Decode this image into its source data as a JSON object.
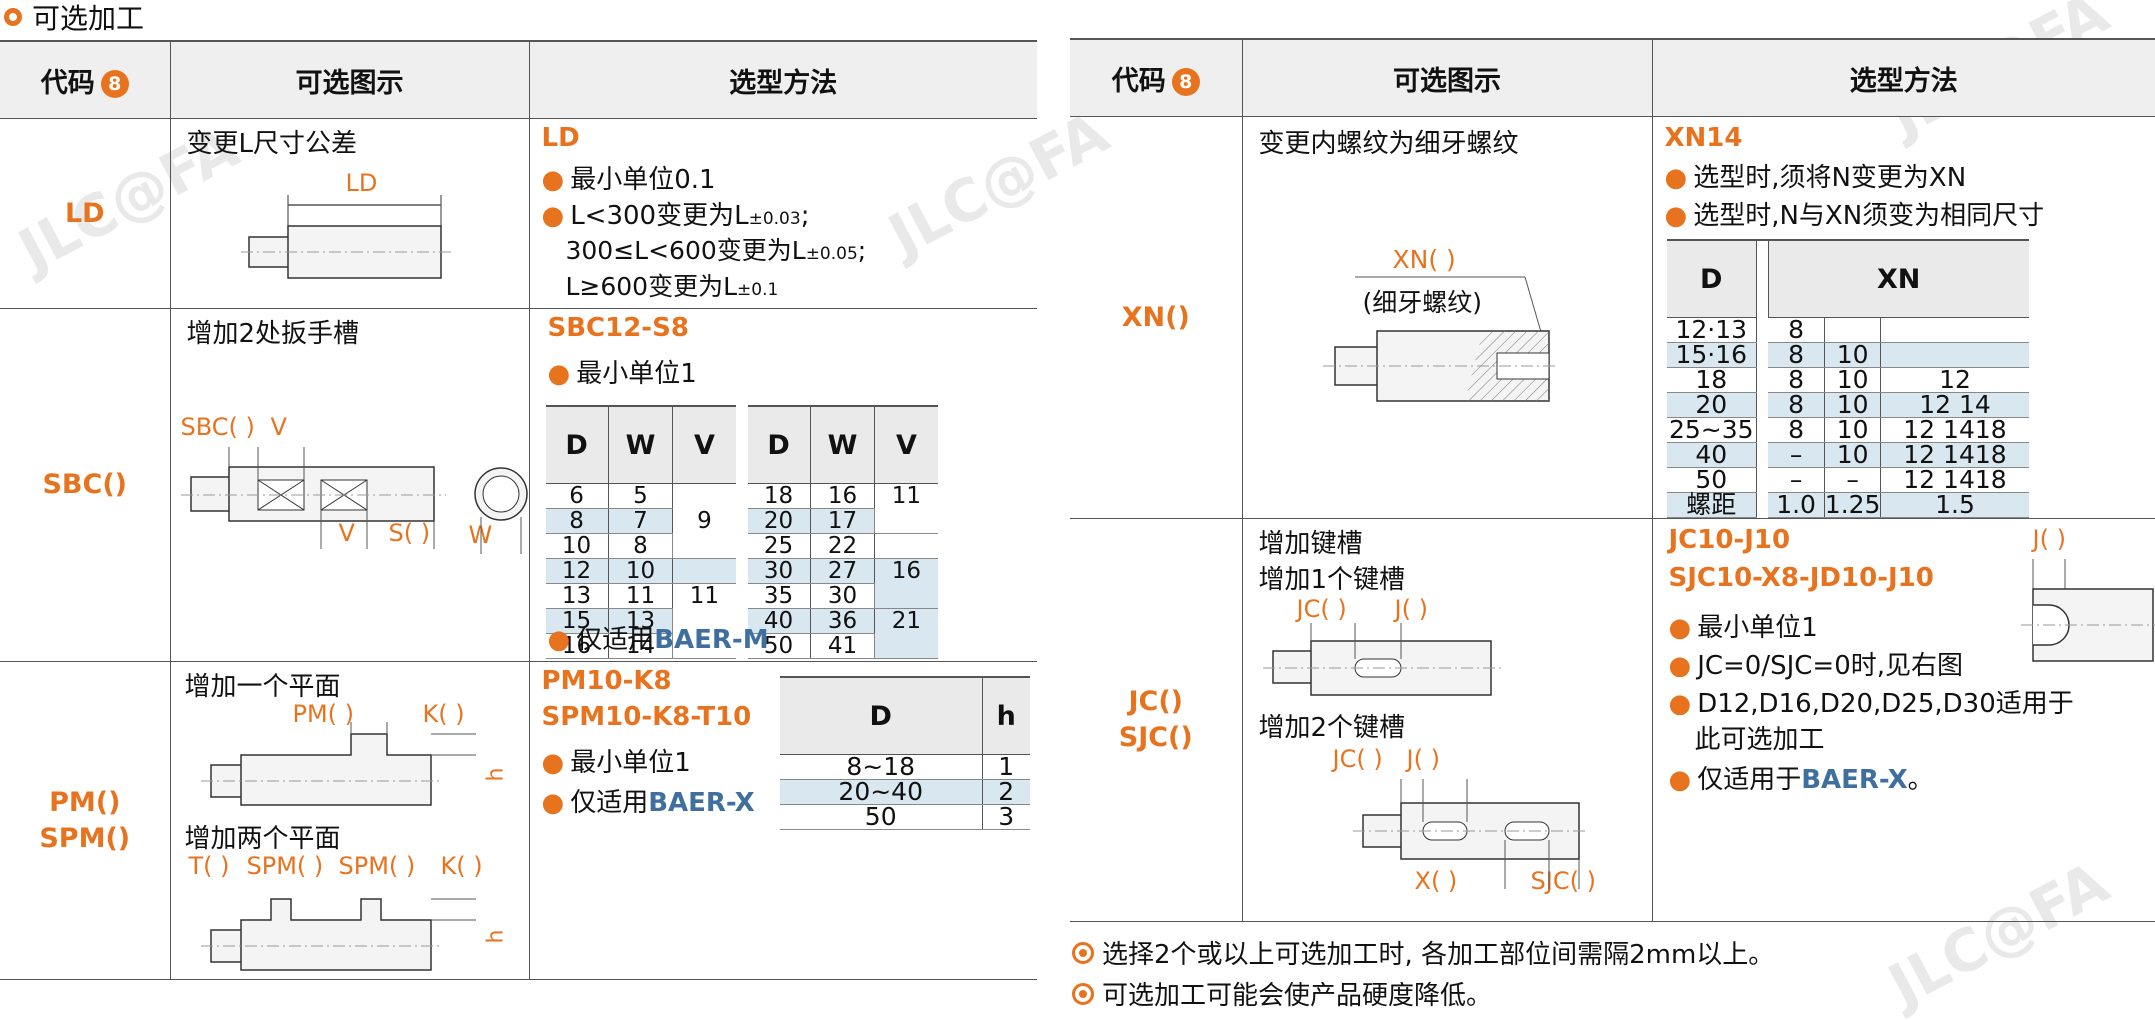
{
  "section_title": "可选加工",
  "header": {
    "code": "代码",
    "badge": "8",
    "illustration": "可选图示",
    "method": "选型方法"
  },
  "left": {
    "ld": {
      "code": "LD",
      "title": "变更L尺寸公差",
      "label": "LD",
      "method_code": "LD",
      "bullet1": "最小单位0.1",
      "line1_a": "L<300变更为L",
      "line1_sub": "±0.03",
      "line1_end": ";",
      "line2_a": "300≤L<600变更为L",
      "line2_sub": "±0.05",
      "line2_end": ";",
      "line3_a": "L≥600变更为L",
      "line3_sub": "±0.1"
    },
    "sbc": {
      "code": "SBC()",
      "title": "增加2处扳手槽",
      "labels": {
        "sbc": "SBC( )",
        "v_top": "V",
        "v_bottom": "V",
        "s": "S( )",
        "w": "W"
      },
      "method_code": "SBC12-S8",
      "bullet1": "最小单位1",
      "bullet2_a": "仅适用",
      "bullet2_b": "BAER-M",
      "table_left": {
        "headers": [
          "D",
          "W",
          "V"
        ],
        "rows": [
          [
            "6",
            "5"
          ],
          [
            "8",
            "7"
          ],
          [
            "10",
            "8"
          ],
          [
            "12",
            "10"
          ],
          [
            "13",
            "11"
          ],
          [
            "15",
            "13"
          ],
          [
            "16",
            "14"
          ]
        ],
        "v_values": [
          "9",
          "11"
        ]
      },
      "table_right": {
        "headers": [
          "D",
          "W",
          "V"
        ],
        "rows": [
          [
            "18",
            "16"
          ],
          [
            "20",
            "17"
          ],
          [
            "25",
            "22"
          ],
          [
            "30",
            "27"
          ],
          [
            "35",
            "30"
          ],
          [
            "40",
            "36"
          ],
          [
            "50",
            "41"
          ]
        ],
        "v_values": [
          "11",
          "16",
          "21"
        ]
      }
    },
    "pm": {
      "code1": "PM()",
      "code2": "SPM()",
      "title1": "增加一个平面",
      "title2": "增加两个平面",
      "labels1": {
        "pm": "PM( )",
        "k": "K( )",
        "h": "h"
      },
      "labels2": {
        "t": "T( )",
        "spm1": "SPM( )",
        "spm2": "SPM( )",
        "k": "K( )",
        "h": "h"
      },
      "method_code1": "PM10-K8",
      "method_code2": "SPM10-K8-T10",
      "bullet1": "最小单位1",
      "bullet2_a": "仅适用",
      "bullet2_b": "BAER-X",
      "table": {
        "headers": [
          "D",
          "h"
        ],
        "rows": [
          [
            "8~18",
            "1"
          ],
          [
            "20~40",
            "2"
          ],
          [
            "50",
            "3"
          ]
        ]
      }
    }
  },
  "right": {
    "xn": {
      "code": "XN()",
      "title": "变更内螺纹为细牙螺纹",
      "label1": "XN( )",
      "label2": "(细牙螺纹)",
      "method_code": "XN14",
      "bullet1": "选型时,须将N变更为XN",
      "bullet2": "选型时,N与XN须变为相同尺寸",
      "table": {
        "headers": [
          "D",
          "XN"
        ],
        "rows": [
          [
            "12·13",
            "8",
            "",
            ""
          ],
          [
            "15·16",
            "8",
            "10",
            ""
          ],
          [
            "18",
            "8",
            "10",
            "12"
          ],
          [
            "20",
            "8",
            "10",
            "12 14"
          ],
          [
            "25~35",
            "8",
            "10",
            "12 1418"
          ],
          [
            "40",
            "–",
            "10",
            "12 1418"
          ],
          [
            "50",
            "–",
            "–",
            "12 1418"
          ]
        ],
        "pitch": [
          "螺距",
          "1.0",
          "1.25",
          "1.5"
        ]
      }
    },
    "jc": {
      "code1": "JC()",
      "code2": "SJC()",
      "title": "增加键槽",
      "sub1": "增加1个键槽",
      "sub2": "增加2个键槽",
      "labels1": {
        "jc": "JC( )",
        "j": "J( )"
      },
      "labels2": {
        "jc": "JC( )",
        "j": "J( )",
        "x": "X( )",
        "sjc": "SJC( )"
      },
      "method_code1": "JC10-J10",
      "method_code2": "SJC10-X8-JD10-J10",
      "side_label": "J( )",
      "bullet1": "最小单位1",
      "bullet2": "JC=0/SJC=0时,见右图",
      "bullet3a": "D12,D16,D20,D25,D30适用于",
      "bullet3b": "此可选加工",
      "bullet4_a": "仅适用于",
      "bullet4_b": "BAER-X",
      "bullet4_c": "。"
    }
  },
  "notes": [
    "选择2个或以上可选加工时, 各加工部位间需隔2mm以上。",
    "可选加工可能会使产品硬度降低。"
  ],
  "watermark": "JLC@FA"
}
